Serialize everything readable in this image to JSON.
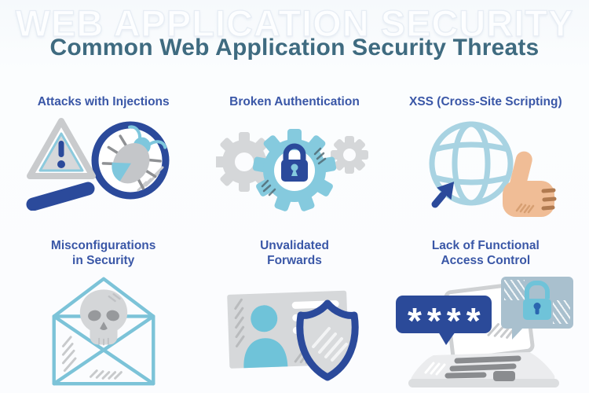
{
  "page": {
    "watermark_text": "WEB APPLICATION SECURITY",
    "title": "Common Web Application Security Threats"
  },
  "colors": {
    "background": "#fbfcfe",
    "title": "#3f6b80",
    "label": "#3a57a7",
    "dark_blue": "#2b4a9b",
    "sky_blue": "#7ec7dd",
    "pale_blue": "#a8d3e2",
    "light_gray": "#d5d7d9",
    "dark_gray": "#8f9194",
    "skin": "#f0bd96",
    "bubble_slate": "#a9c0ce"
  },
  "threats": [
    {
      "label": "Attacks with Injections",
      "icon": "magnifier-bug-warning-icon"
    },
    {
      "label": "Broken Authentication",
      "icon": "gears-padlock-icon"
    },
    {
      "label": "XSS (Cross-Site Scripting)",
      "icon": "globe-cursor-thumbs-up-icon"
    },
    {
      "label": "Misconfigurations\nin Security",
      "icon": "envelope-skull-icon"
    },
    {
      "label": "Unvalidated\nForwards",
      "icon": "id-card-shield-icon"
    },
    {
      "label": "Lack of Functional\nAccess Control",
      "icon": "laptop-password-lock-icon",
      "password_mask": "****"
    }
  ]
}
